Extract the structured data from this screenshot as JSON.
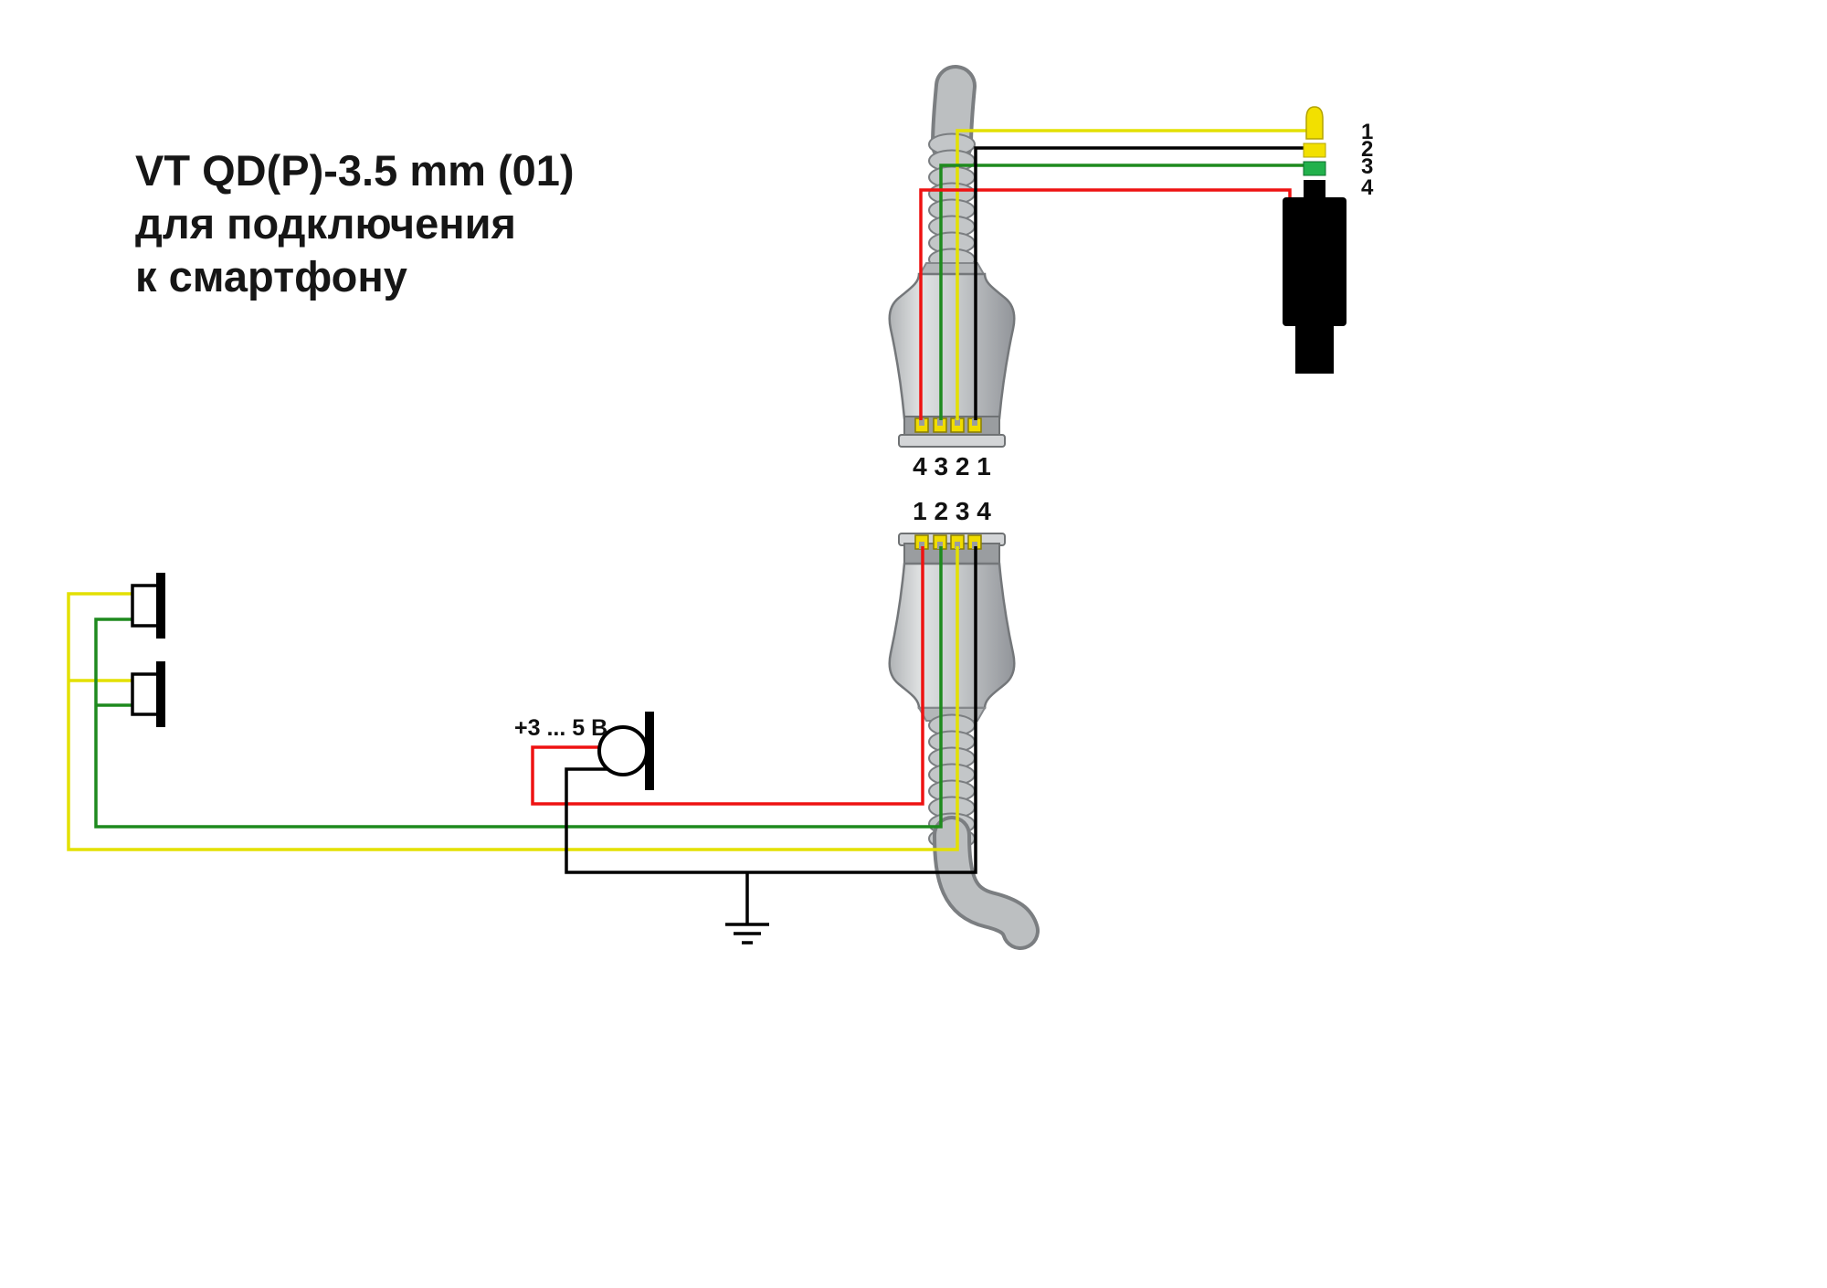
{
  "title": {
    "line1": "VT QD(P)-3.5 mm (01)",
    "line2": "для подключения",
    "line3": "к смартфону"
  },
  "connectors": {
    "top_qd": {
      "pin_label": "4 3 2 1"
    },
    "bottom_qd": {
      "pin_label": "1 2 3 4"
    }
  },
  "plug": {
    "pin_numbers": [
      "1",
      "2",
      "3",
      "4"
    ]
  },
  "microphone": {
    "voltage_label": "+3 ... 5 В"
  },
  "colors": {
    "wire_yellow": "#e3e000",
    "wire_green": "#1e8a1e",
    "wire_red": "#ee1212",
    "wire_black": "#000000",
    "plug_tip": "#f2e000",
    "plug_ring3": "#22b14c",
    "pin_gold": "#f0dc00",
    "connector_body": "#c3c6c8"
  }
}
